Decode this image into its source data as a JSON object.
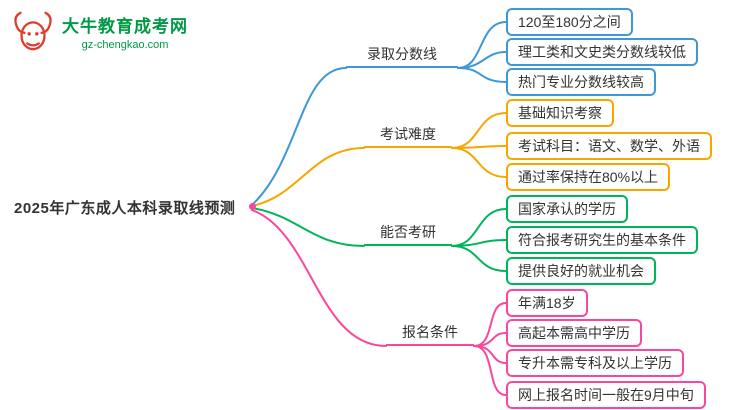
{
  "logo": {
    "brand": "大牛教育成考网",
    "domain": "gz-chengkao.com",
    "icon": "ox-icon",
    "icon_color": "#E03C2D",
    "text_color": "#009944"
  },
  "root": {
    "label": "2025年广东成人本科录取线预测"
  },
  "branches": [
    {
      "label": "录取分数线",
      "color": "#3E97D6",
      "children": [
        "120至180分之间",
        "理工类和文史类分数线较低",
        "热门专业分数线较高"
      ]
    },
    {
      "label": "考试难度",
      "color": "#F7A600",
      "children": [
        "基础知识考察",
        "考试科目：语文、数学、外语",
        "通过率保持在80%以上"
      ]
    },
    {
      "label": "能否考研",
      "color": "#00B45A",
      "children": [
        "国家承认的学历",
        "符合报考研究生的基本条件",
        "提供良好的就业机会"
      ]
    },
    {
      "label": "报名条件",
      "color": "#F8479C",
      "children": [
        "年满18岁",
        "高起本需高中学历",
        "专升本需专科及以上学历",
        "网上报名时间一般在9月中旬"
      ]
    }
  ]
}
